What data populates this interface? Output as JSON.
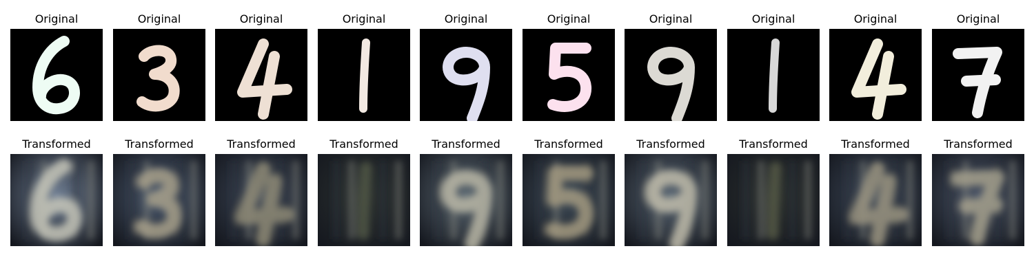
{
  "figure": {
    "rows": [
      {
        "row_label": "original",
        "panels": [
          {
            "title": "Original",
            "digit": "6",
            "ink": "#eefcf4",
            "kind": "original"
          },
          {
            "title": "Original",
            "digit": "3",
            "ink": "#f1dccd",
            "kind": "original"
          },
          {
            "title": "Original",
            "digit": "4",
            "ink": "#eee0d4",
            "kind": "original"
          },
          {
            "title": "Original",
            "digit": "1",
            "ink": "#f2e9e2",
            "kind": "original"
          },
          {
            "title": "Original",
            "digit": "9",
            "ink": "#dfdff0",
            "kind": "original"
          },
          {
            "title": "Original",
            "digit": "5",
            "ink": "#fce1ee",
            "kind": "original"
          },
          {
            "title": "Original",
            "digit": "9",
            "ink": "#dcdad4",
            "kind": "original"
          },
          {
            "title": "Original",
            "digit": "1",
            "ink": "#d8d8d8",
            "kind": "original"
          },
          {
            "title": "Original",
            "digit": "4",
            "ink": "#f2eedc",
            "kind": "original"
          },
          {
            "title": "Original",
            "digit": "7",
            "ink": "#f2f2f2",
            "kind": "original"
          }
        ]
      },
      {
        "row_label": "transformed",
        "panels": [
          {
            "title": "Transformed",
            "digit": "6",
            "tone": "#6f7e93",
            "glyph": "#c6c5b8",
            "kind": "transformed"
          },
          {
            "title": "Transformed",
            "digit": "3",
            "tone": "#4c5a6f",
            "glyph": "#a7a08a",
            "kind": "transformed"
          },
          {
            "title": "Transformed",
            "digit": "4",
            "tone": "#3e4858",
            "glyph": "#8e8a76",
            "kind": "transformed"
          },
          {
            "title": "Transformed",
            "digit": "1",
            "tone": "#2c3230",
            "glyph": "#4f5546",
            "kind": "transformed"
          },
          {
            "title": "Transformed",
            "digit": "9",
            "tone": "#5b6872",
            "glyph": "#b9b6a6",
            "kind": "transformed"
          },
          {
            "title": "Transformed",
            "digit": "5",
            "tone": "#3f4c58",
            "glyph": "#a39a80",
            "kind": "transformed"
          },
          {
            "title": "Transformed",
            "digit": "9",
            "tone": "#5a6774",
            "glyph": "#c0bcaa",
            "kind": "transformed"
          },
          {
            "title": "Transformed",
            "digit": "1",
            "tone": "#2b302e",
            "glyph": "#535747",
            "kind": "transformed"
          },
          {
            "title": "Transformed",
            "digit": "4",
            "tone": "#3f4a5a",
            "glyph": "#9a9480",
            "kind": "transformed"
          },
          {
            "title": "Transformed",
            "digit": "7",
            "tone": "#4a5466",
            "glyph": "#a5a08c",
            "kind": "transformed"
          }
        ]
      }
    ]
  }
}
